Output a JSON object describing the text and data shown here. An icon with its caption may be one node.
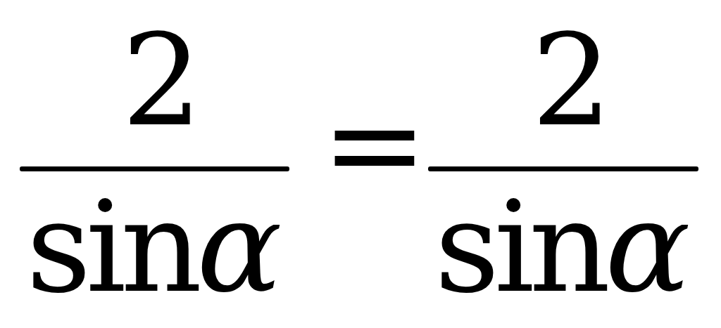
{
  "diagram": {
    "labels": [
      "2",
      "sinα",
      "=",
      "2",
      "sinα"
    ]
  }
}
